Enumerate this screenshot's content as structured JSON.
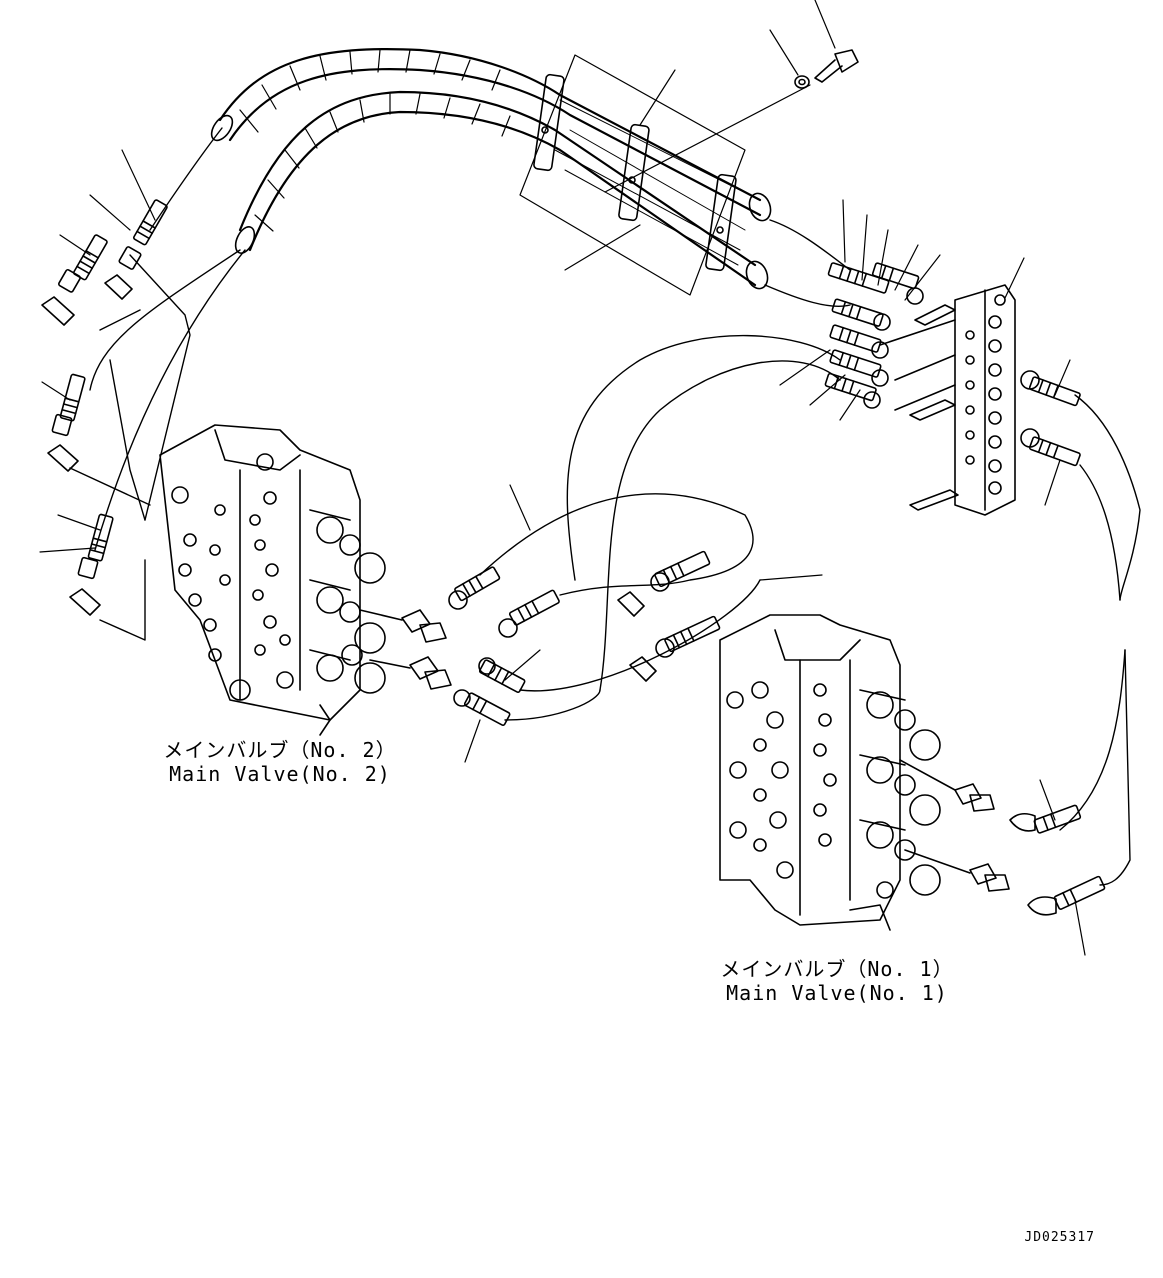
{
  "labels": {
    "main_valve_2_jp": "メインバルブ（No. 2）",
    "main_valve_2_en": "Main Valve(No. 2)",
    "main_valve_1_jp": "メインバルブ（No. 1）",
    "main_valve_1_en": "Main Valve(No. 1)"
  },
  "drawing_code": "JD025317",
  "style": {
    "ink": "#000000",
    "paper": "#ffffff"
  }
}
